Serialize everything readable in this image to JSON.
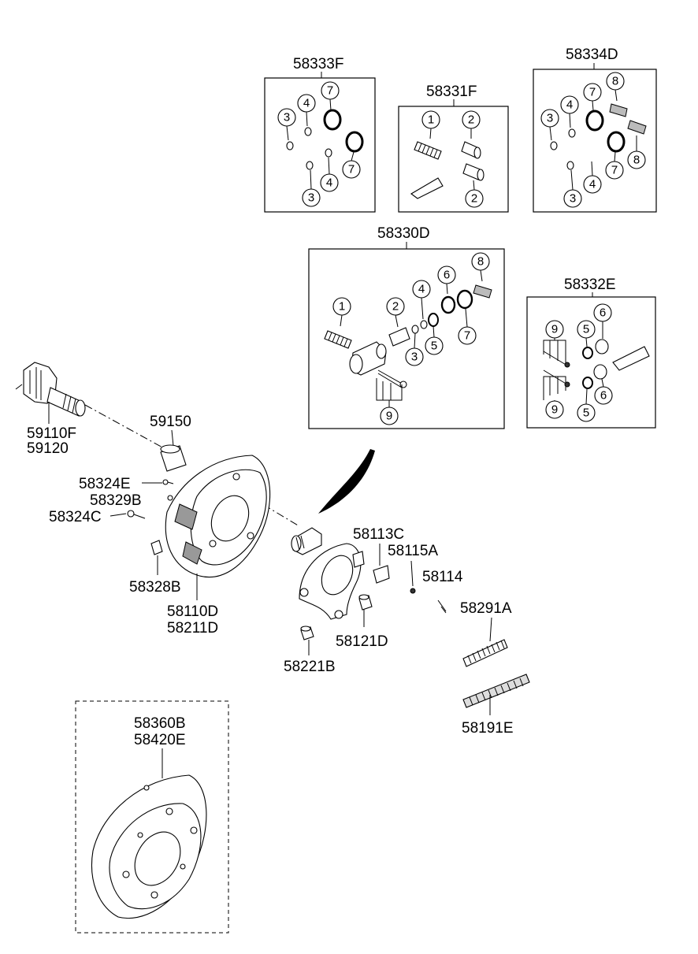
{
  "kits": {
    "k58333F": {
      "title": "58333F",
      "nums": [
        "7",
        "4",
        "3",
        "7",
        "4",
        "3"
      ]
    },
    "k58331F": {
      "title": "58331F",
      "nums": [
        "1",
        "2",
        "2"
      ]
    },
    "k58334D": {
      "title": "58334D",
      "nums": [
        "8",
        "7",
        "4",
        "3",
        "8",
        "7",
        "4",
        "3"
      ]
    },
    "k58330D": {
      "title": "58330D",
      "nums": [
        "8",
        "6",
        "4",
        "2",
        "1",
        "5",
        "3",
        "7",
        "9"
      ]
    },
    "k58332E": {
      "title": "58332E",
      "nums": [
        "9",
        "5",
        "6",
        "9",
        "5",
        "6"
      ]
    }
  },
  "parts": {
    "p59110F": "59110F",
    "p59120": "59120",
    "p59150": "59150",
    "p58324E": "58324E",
    "p58329B": "58329B",
    "p58324C": "58324C",
    "p58328B": "58328B",
    "p58110D": "58110D",
    "p58211D": "58211D",
    "p58113C": "58113C",
    "p58115A": "58115A",
    "p58114": "58114",
    "p58291A": "58291A",
    "p58121D": "58121D",
    "p58221B": "58221B",
    "p58191E": "58191E",
    "p58360B": "58360B",
    "p58420E": "58420E"
  }
}
